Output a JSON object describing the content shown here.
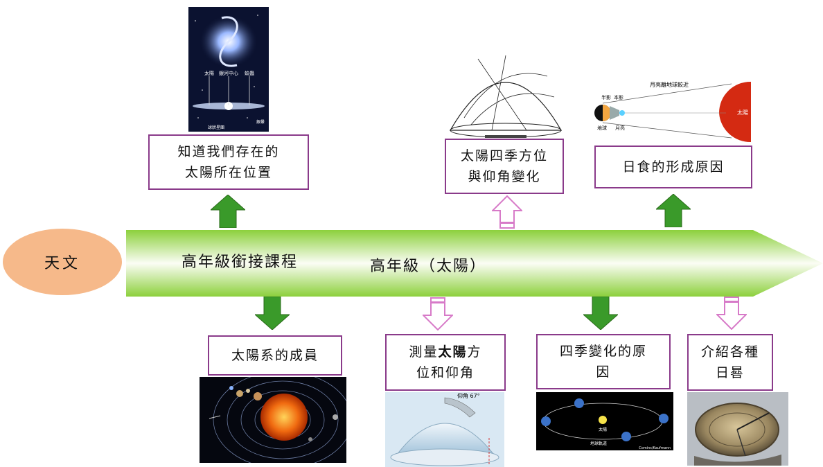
{
  "center": {
    "label": "天文"
  },
  "band": {
    "label1": "高年級銜接課程",
    "label2": "高年級（太陽）"
  },
  "top_items": [
    {
      "label": "知道我們存在的\n太陽所在位置"
    },
    {
      "label": "太陽四季方位\n與仰角變化"
    },
    {
      "label": "日食的形成原因"
    }
  ],
  "bottom_items": [
    {
      "label": "太陽系的成員"
    },
    {
      "label_prefix": "測量",
      "label_bold": "太陽",
      "label_suffix": "方\n位和仰角"
    },
    {
      "label": "四季變化的原\n因"
    },
    {
      "label": "介紹各種\n日晷"
    }
  ],
  "images": {
    "galaxy": {
      "sun": "太陽",
      "center": "銀河中心",
      "swan": "蛟蟲",
      "globular": "球狀星團",
      "halo": "銀暈"
    },
    "eclipse": {
      "title": "月亮離地球較近",
      "penumbra": "半影",
      "umbra": "本影",
      "earth": "地球",
      "moon": "月亮",
      "sun": "太陽"
    },
    "dome": {
      "angle": "仰角 67°"
    },
    "orbit": {
      "sun": "太陽",
      "orbit": "地球軌道",
      "credit": "Comins/Kaufmann"
    }
  },
  "colors": {
    "box_border": "#8a3a8a",
    "green_arrow": "#3a9a2a",
    "pink_arrow": "#d77ac8",
    "band": "#9ad34a",
    "circle": "#f6b98a"
  }
}
